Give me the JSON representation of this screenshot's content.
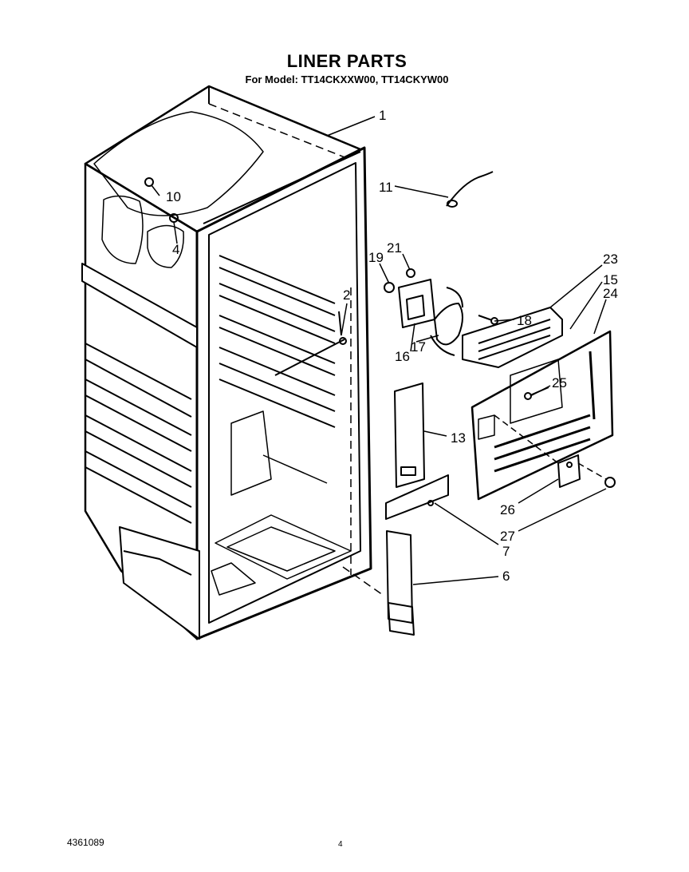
{
  "header": {
    "title": "LINER PARTS",
    "subtitle": "For Model: TT14CKXXW00, TT14CKYW00"
  },
  "footer": {
    "doc_number": "4361089",
    "page_number": "4"
  },
  "callouts": [
    {
      "id": "c1",
      "label": "1"
    },
    {
      "id": "c2",
      "label": "2"
    },
    {
      "id": "c4",
      "label": "4"
    },
    {
      "id": "c6",
      "label": "6"
    },
    {
      "id": "c7",
      "label": "7"
    },
    {
      "id": "c10",
      "label": "10"
    },
    {
      "id": "c11",
      "label": "11"
    },
    {
      "id": "c13",
      "label": "13"
    },
    {
      "id": "c15",
      "label": "15"
    },
    {
      "id": "c16",
      "label": "16"
    },
    {
      "id": "c17",
      "label": "17"
    },
    {
      "id": "c18",
      "label": "18"
    },
    {
      "id": "c19",
      "label": "19"
    },
    {
      "id": "c21",
      "label": "21"
    },
    {
      "id": "c23",
      "label": "23"
    },
    {
      "id": "c24",
      "label": "24"
    },
    {
      "id": "c25",
      "label": "25"
    },
    {
      "id": "c26",
      "label": "26"
    },
    {
      "id": "c27",
      "label": "27"
    }
  ]
}
